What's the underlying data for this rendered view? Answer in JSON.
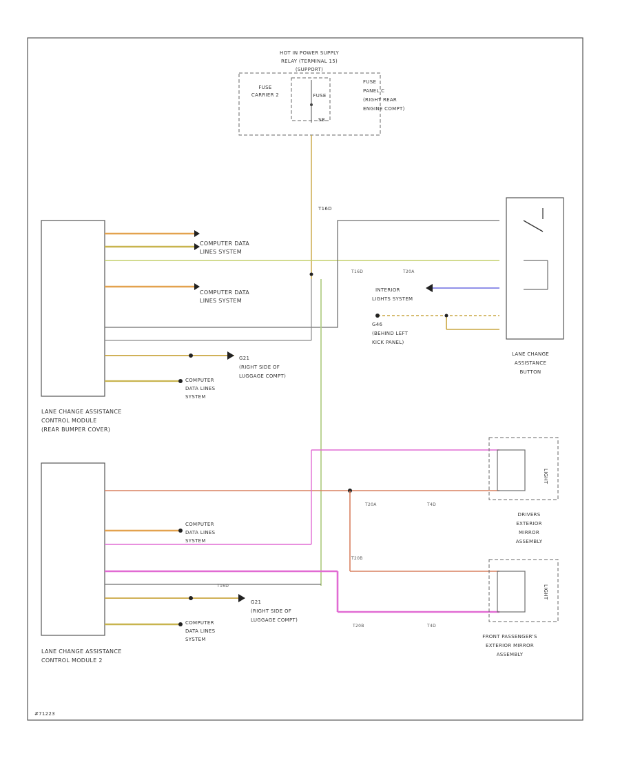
{
  "diagram": {
    "relay_title": [
      "HOT IN POWER SUPPLY",
      "RELAY (TERMINAL 15)",
      "(SUPPORT)"
    ],
    "fuse_carrier": [
      "FUSE",
      "CARRIER 2"
    ],
    "fuse_label": "FUSE",
    "fuse_sb": "SB",
    "fuse_panel": [
      "FUSE",
      "PANEL C",
      "(RIGHT REAR",
      "ENGINE COMPT)"
    ],
    "module1_label": [
      "LANE CHANGE ASSISTANCE",
      "CONTROL MODULE",
      "(REAR BUMPER COVER)"
    ],
    "module2_label": [
      "LANE CHANGE ASSISTANCE",
      "CONTROL MODULE 2"
    ],
    "cdl_a": [
      "COMPUTER DATA",
      "LINES SYSTEM"
    ],
    "cdl_b": [
      "COMPUTER",
      "DATA LINES",
      "SYSTEM"
    ],
    "ground_label": [
      "G21",
      "(RIGHT SIDE OF",
      "LUGGAGE COMPT)"
    ],
    "interior_lights": [
      "INTERIOR",
      "LIGHTS SYSTEM"
    ],
    "g_left_kick": [
      "G46",
      "(BEHIND LEFT",
      "KICK PANEL)"
    ],
    "button_label": [
      "LANE CHANGE",
      "ASSISTANCE",
      "BUTTON"
    ],
    "driver_mirror": [
      "DRIVERS",
      "EXTERIOR",
      "MIRROR",
      "ASSEMBLY"
    ],
    "passenger_mirror": [
      "FRONT PASSENGER'S",
      "EXTERIOR MIRROR",
      "ASSEMBLY"
    ],
    "mirror_side": "LIGHT",
    "connectors": {
      "t16": "T16D",
      "t20a": "T20A",
      "t4d": "T4D",
      "t20b": "T20B"
    },
    "footer_code": "#71223",
    "wire_colors": {
      "org_brn": "#e3a24e",
      "org_grn": "#c8b44e",
      "gry_yel": "#c3cf6b",
      "gry": "#8a8a8a",
      "brn": "#b07a3c",
      "brn_yel": "#c9a640",
      "brn_red": "#d98060",
      "vio_red": "#e16bd3",
      "gry_blu": "#6b6be0",
      "yel": "#d8cc3a"
    }
  }
}
